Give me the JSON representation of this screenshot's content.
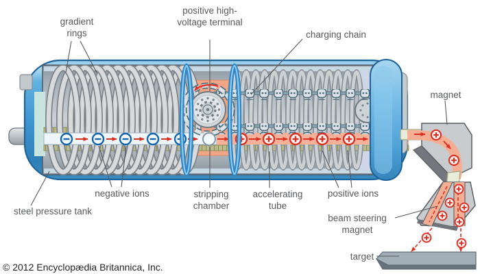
{
  "labels": {
    "gradient_rings": "gradient rings",
    "hv_terminal": "positive high-voltage terminal",
    "charging_chain": "charging chain",
    "magnet": "magnet",
    "negative_ions": "negative ions",
    "stripping_chamber": "stripping chamber",
    "accelerating_tube": "accelerating tube",
    "positive_ions": "positive ions",
    "steel_pressure_tank": "steel pressure tank",
    "beam_steering_magnet": "beam steering magnet",
    "target": "target"
  },
  "footer": {
    "copyright": "© 2012 Encyclopædia Britannica, Inc."
  },
  "beam": {
    "negative_ion_symbol": "−",
    "positive_ion_symbol": "+",
    "negative_ion_count": 5,
    "positive_ion_count_in_tank": 5,
    "direction": "left-to-right, bent downward by magnets to target"
  },
  "colors": {
    "tank_blue": "#3f96d0",
    "tank_blue_dark": "#1d6298",
    "terminal_salmon": "#f2a585",
    "beam_salmon": "#f6b198",
    "hoop_blue": "#2e86c7",
    "negative_ion_blue": "#1565ad",
    "positive_ion_red": "#da2f23",
    "olive_tube": "#b9bb8d",
    "metal_gray": "#c9ccce",
    "label_gray": "#57585b"
  }
}
